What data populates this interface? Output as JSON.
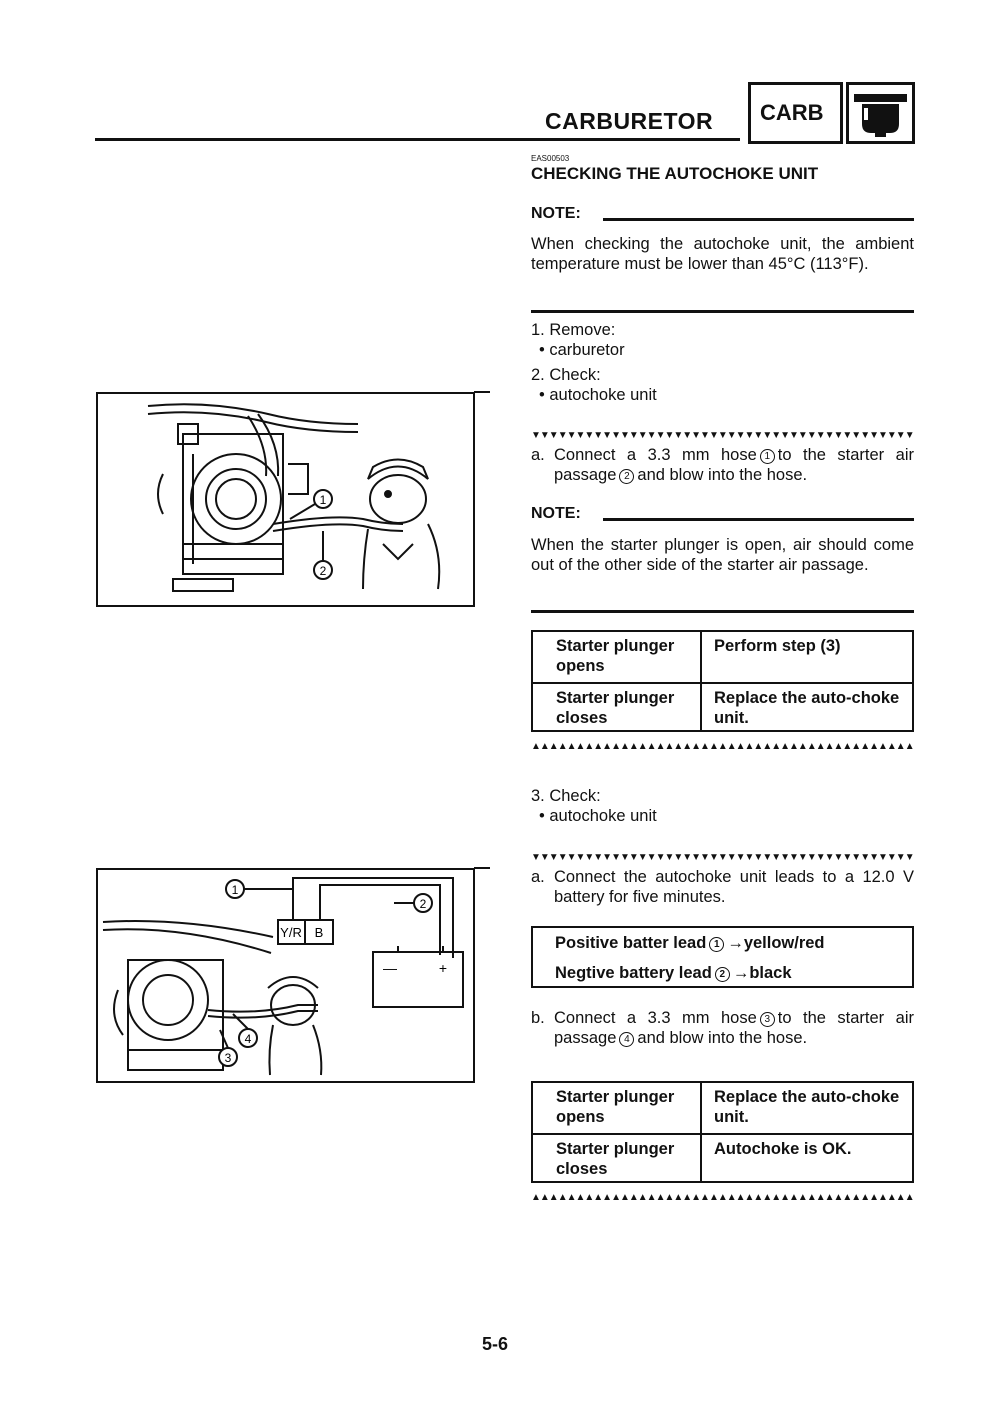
{
  "header": {
    "title": "CARBURETOR",
    "badge": "CARB",
    "icon": "carburetor-icon"
  },
  "section": {
    "code": "EAS00503",
    "title": "CHECKING THE AUTOCHOKE UNIT"
  },
  "note1": {
    "label": "NOTE:",
    "text": "When checking the autochoke unit, the ambient temperature must be lower than 45°C (113°F)."
  },
  "steps": {
    "s1": "1. Remove:",
    "s1_item": "• carburetor",
    "s2": "2. Check:",
    "s2_item": "• autochoke unit",
    "s3": "3. Check:",
    "s3_item": "• autochoke unit"
  },
  "marks": {
    "start": "▼▼▼▼▼▼▼▼▼▼▼▼▼▼▼▼▼▼▼▼▼▼▼▼▼▼▼▼▼▼▼▼▼▼▼▼▼▼▼▼▼▼▼▼▼",
    "end": "▲▲▲▲▲▲▲▲▲▲▲▲▲▲▲▲▲▲▲▲▲▲▲▲▲▲▲▲▲▲▲▲▲▲▲▲▲▲▲▲▲▲▲▲▲"
  },
  "sub1": {
    "a_label": "a.",
    "a_text1": "Connect a 3.3 mm hose",
    "a_n1": "1",
    "a_text2": "to the starter air passage",
    "a_n2": "2",
    "a_text3": "and blow into the hose."
  },
  "note2": {
    "label": "NOTE:",
    "text": "When the starter plunger is open, air should come out of the other side of the starter air passage."
  },
  "table1": {
    "r1c1": "Starter plunger opens",
    "r1c2": "Perform step (3)",
    "r2c1": "Starter plunger closes",
    "r2c2": "Replace the auto-choke unit."
  },
  "sub2": {
    "a_label": "a.",
    "a_text": "Connect the autochoke unit leads to a 12.0 V battery for five minutes.",
    "lead1_text": "Positive batter lead",
    "lead1_n": "1",
    "lead1_value": "yellow/red",
    "lead2_text": "Negtive battery lead",
    "lead2_n": "2",
    "lead2_value": "black",
    "arrow": "→",
    "b_label": "b.",
    "b_text1": "Connect a 3.3 mm hose",
    "b_n1": "3",
    "b_text2": "to the starter air passage",
    "b_n2": "4",
    "b_text3": "and blow into the hose."
  },
  "table2": {
    "r1c1": "Starter plunger opens",
    "r1c2": "Replace the auto-choke unit.",
    "r2c1": "Starter plunger closes",
    "r2c2": "Autochoke is OK."
  },
  "figure1": {
    "callouts": [
      "1",
      "2"
    ]
  },
  "figure2": {
    "callouts": [
      "1",
      "2",
      "3",
      "4"
    ],
    "connector_labels": [
      "Y/R",
      "B"
    ],
    "battery_labels": [
      "—",
      "+"
    ]
  },
  "footer": {
    "page": "5-6"
  }
}
